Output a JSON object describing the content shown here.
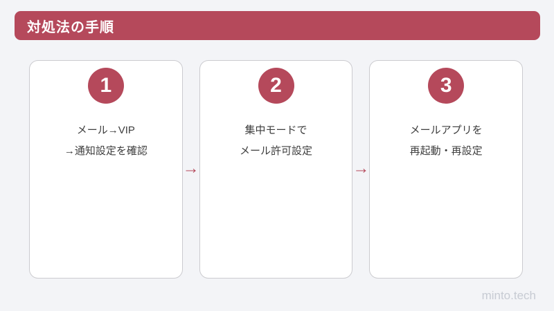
{
  "header": {
    "title": "対処法の手順"
  },
  "steps": [
    {
      "number": "1",
      "line1": "メール→VIP",
      "line2": "→通知設定を確認"
    },
    {
      "number": "2",
      "line1": "集中モードで",
      "line2": "メール許可設定"
    },
    {
      "number": "3",
      "line1": "メールアプリを",
      "line2": "再起動・再設定"
    }
  ],
  "connector": {
    "glyph": "→"
  },
  "footer": {
    "watermark": "minto.tech"
  },
  "colors": {
    "accent": "#b5495b",
    "background": "#f3f4f7",
    "card_border": "#cbcbcf",
    "text": "#3d3d3d",
    "watermark": "#c7cbd3"
  }
}
